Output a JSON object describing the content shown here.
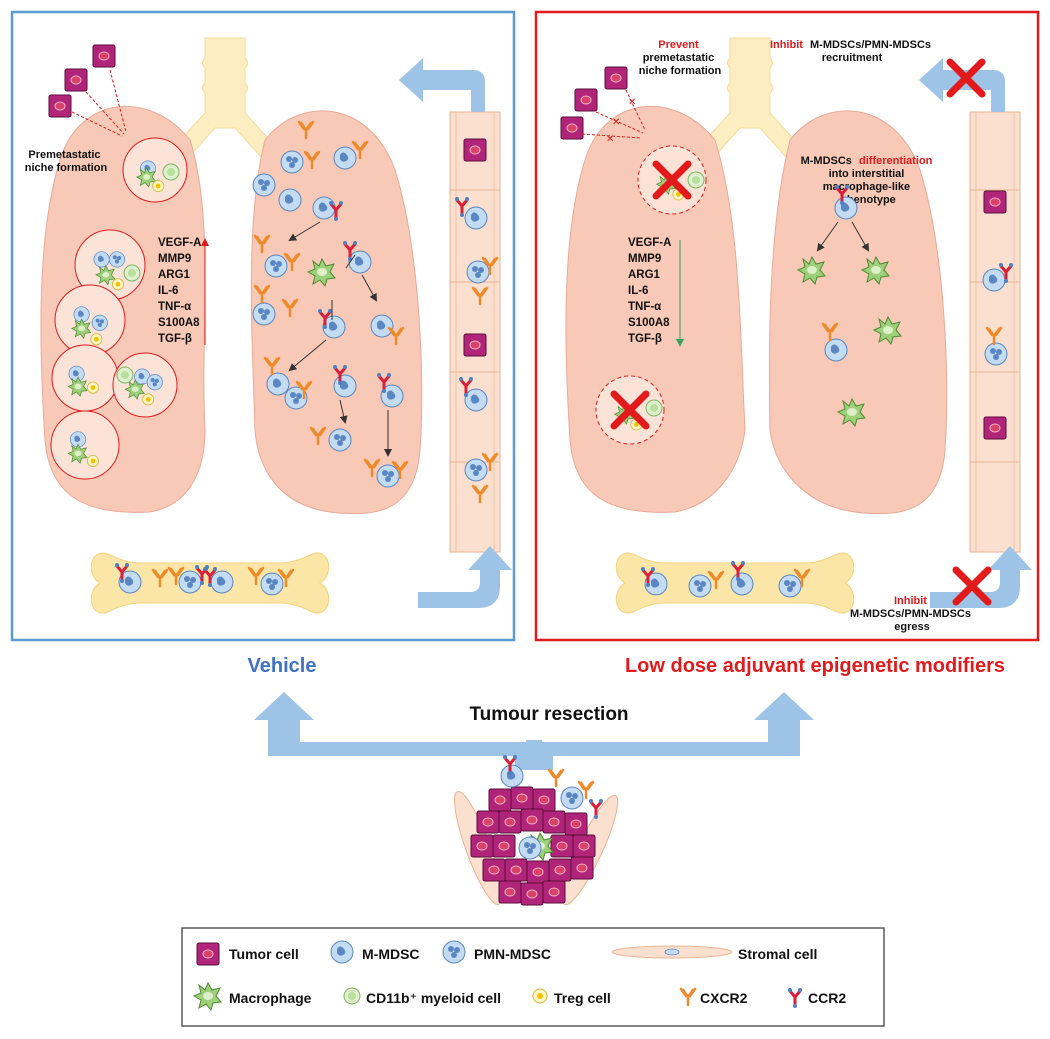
{
  "left_panel": {
    "premetastatic_label_line1": "Premetastatic",
    "premetastatic_label_line2": "niche formation",
    "factors": [
      "VEGF-A",
      "MMP9",
      "ARG1",
      "IL-6",
      "TNF-α",
      "S100A8",
      "TGF-β"
    ],
    "title": "Vehicle"
  },
  "right_panel": {
    "prevent_word": "Prevent",
    "prevent_rest_line1": "premetastatic",
    "prevent_rest_line2": "niche formation",
    "inhibit_word_top": "Inhibit",
    "inhibit_top_rest_line1": "M-MDSCs/PMN-MDSCs",
    "inhibit_top_rest_line2": "recruitment",
    "diff_prefix": "M-MDSCs",
    "diff_word": "differentiation",
    "diff_line2": "into interstitial",
    "diff_line3": "macrophage-like",
    "diff_line4": "phenotype",
    "factors": [
      "VEGF-A",
      "MMP9",
      "ARG1",
      "IL-6",
      "TNF-α",
      "S100A8",
      "TGF-β"
    ],
    "inhibit_word_bottom": "Inhibit",
    "inhibit_bottom_line1": "M-MDSCs/PMN-MDSCs",
    "inhibit_bottom_line2": "egress",
    "title": "Low dose adjuvant epigenetic modifiers"
  },
  "center": {
    "resection_label": "Tumour resection"
  },
  "legend": {
    "items": [
      {
        "key": "tumor",
        "label": "Tumor cell"
      },
      {
        "key": "mmdsc",
        "label": "M-MDSC"
      },
      {
        "key": "pmn",
        "label": "PMN-MDSC"
      },
      {
        "key": "stromal",
        "label": "Stromal cell"
      },
      {
        "key": "macrophage",
        "label": "Macrophage"
      },
      {
        "key": "cd11b",
        "label": "CD11b⁺ myeloid cell"
      },
      {
        "key": "treg",
        "label": "Treg cell"
      },
      {
        "key": "cxcr2",
        "label": "CXCR2"
      },
      {
        "key": "ccr2",
        "label": "CCR2"
      }
    ]
  },
  "colors": {
    "vehicle_blue": "#3f72c4",
    "panel_blue_border": "#5b9bd5",
    "panel_red_border": "#e31a1c",
    "lung_fill": "#f8c9b6",
    "bone_fill": "#fbe6a8",
    "trachea_fill": "#fdeec2",
    "arrow_blue": "#9dc3e6",
    "tumor_fill": "#b0257a",
    "mdsc_fill": "#c4dcf2",
    "nucleus_fill": "#5a86c2",
    "macrophage_fill": "#9ecf7a",
    "cxcr2": "#ee8a2a",
    "ccr2": "#d9203a"
  }
}
